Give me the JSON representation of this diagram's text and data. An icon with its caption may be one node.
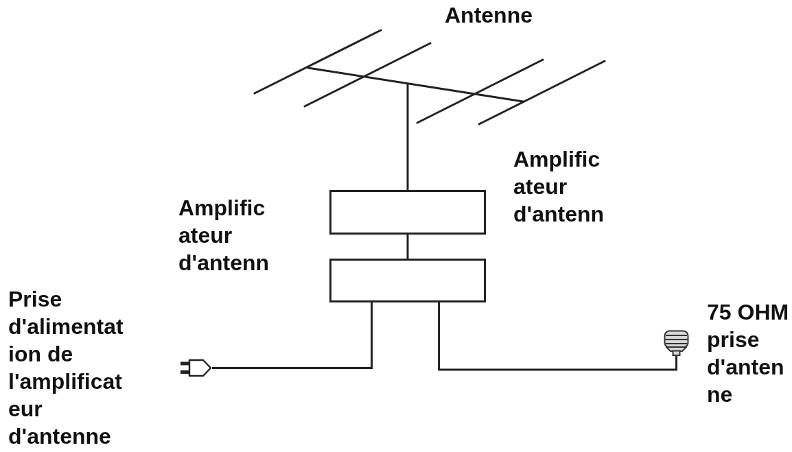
{
  "diagram": {
    "nodes": [
      {
        "text": [],
        "shape": "picture",
        "beside": [
          "Antenne"
        ]
      },
      {
        "text": [],
        "shape": "box",
        "beside": [
          "Amplific ateur d'antenn"
        ]
      },
      {
        "text": [],
        "shape": "box",
        "beside": [
          "Amplific ateur d'antenn"
        ]
      },
      {
        "text": [],
        "shape": "plug",
        "beside": [
          "Prise d'alimentat ion de l'amplificat eur d'antenne"
        ]
      },
      {
        "text": [],
        "shape": "picture",
        "beside": [
          "75 OHM prise d'anten ne"
        ]
      }
    ],
    "edges": [
      {
        "from": 0,
        "to": 1,
        "arrow": "none"
      },
      {
        "from": 1,
        "to": 2,
        "arrow": "none"
      },
      {
        "from": 2,
        "to": 3,
        "arrow": "none"
      },
      {
        "from": 2,
        "to": 4,
        "arrow": "none"
      }
    ]
  }
}
